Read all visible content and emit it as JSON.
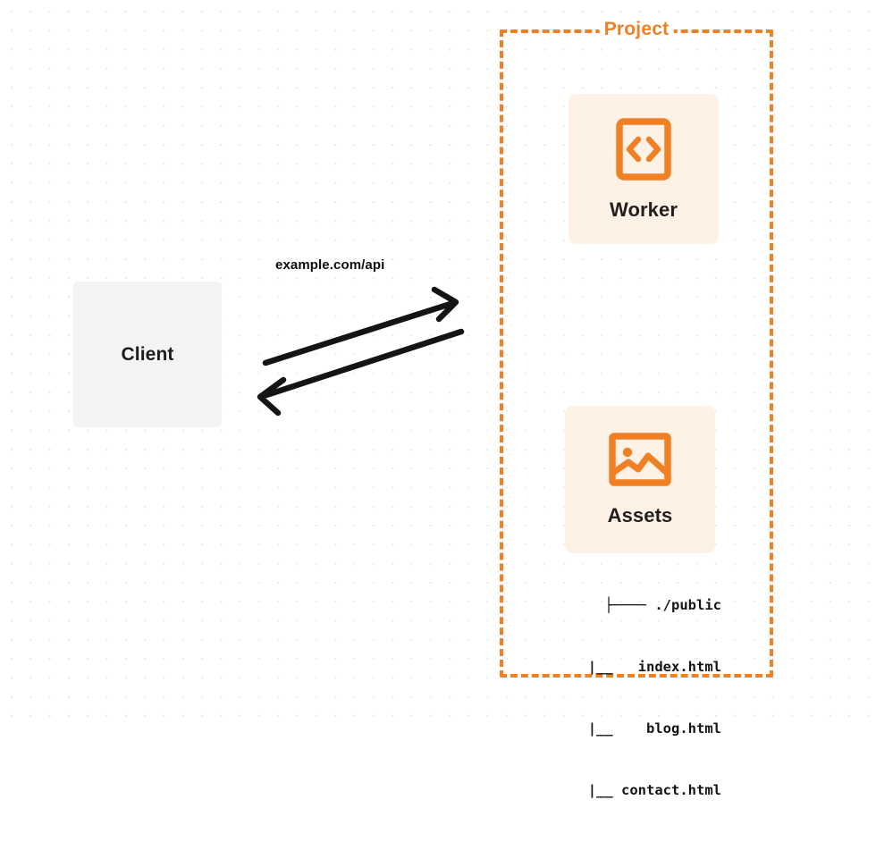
{
  "diagram": {
    "type": "architecture-flow",
    "background": {
      "style": "dot-grid",
      "dot_color": "#e9e9ec",
      "page_color": "#ffffff"
    },
    "client": {
      "label": "Client",
      "fill": "#f3f4f6",
      "text_color": "#1c1c1c"
    },
    "connection": {
      "label": "example.com/api",
      "stroke": "#141414",
      "request_direction": "client-to-project",
      "response_direction": "project-to-client"
    },
    "project": {
      "title": "Project",
      "border_color": "#ef8023",
      "border_style": "dashed",
      "services": [
        {
          "id": "worker",
          "label": "Worker",
          "icon": "code-brackets-icon",
          "fill": "#fdf2e5",
          "icon_color": "#ef8023"
        },
        {
          "id": "assets",
          "label": "Assets",
          "icon": "image-picture-icon",
          "fill": "#fdf2e5",
          "icon_color": "#ef8023"
        }
      ],
      "file_tree": {
        "rows": [
          "├──── ./public",
          "|__   index.html",
          "|__    blog.html",
          "|__ contact.html"
        ],
        "text_color": "#151515"
      }
    }
  }
}
